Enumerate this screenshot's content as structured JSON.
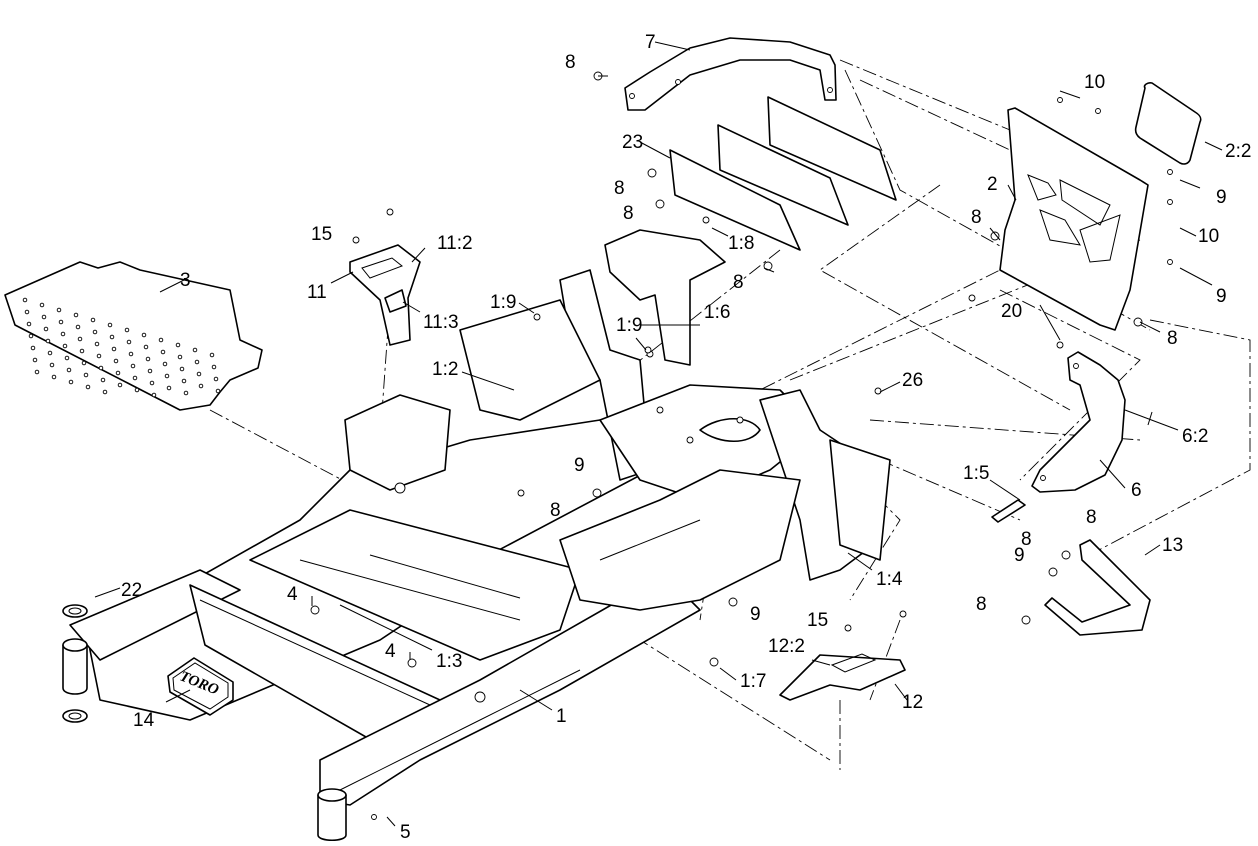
{
  "labels": {
    "l1": "1",
    "l1_2": "1:2",
    "l1_3": "1:3",
    "l1_4": "1:4",
    "l1_5": "1:5",
    "l1_6": "1:6",
    "l1_7": "1:7",
    "l1_8": "1:8",
    "l1_9a": "1:9",
    "l1_9b": "1:9",
    "l2": "2",
    "l2_2": "2:2",
    "l3": "3",
    "l4a": "4",
    "l4b": "4",
    "l5": "5",
    "l6": "6",
    "l6_2": "6:2",
    "l7": "7",
    "l8a": "8",
    "l8b": "8",
    "l8c": "8",
    "l8d": "8",
    "l8e": "8",
    "l8f": "8",
    "l8g": "8",
    "l8h": "8",
    "l8i": "8",
    "l8j": "8",
    "l9a": "9",
    "l9b": "9",
    "l9c": "9",
    "l9d": "9",
    "l9e": "9",
    "l10a": "10",
    "l10b": "10",
    "l11": "11",
    "l11_2": "11:2",
    "l11_3": "11:3",
    "l12": "12",
    "l12_2": "12:2",
    "l13": "13",
    "l14": "14",
    "l15a": "15",
    "l15b": "15",
    "l20": "20",
    "l22": "22",
    "l23": "23",
    "l26": "26"
  },
  "logo": {
    "text": "TORO"
  }
}
